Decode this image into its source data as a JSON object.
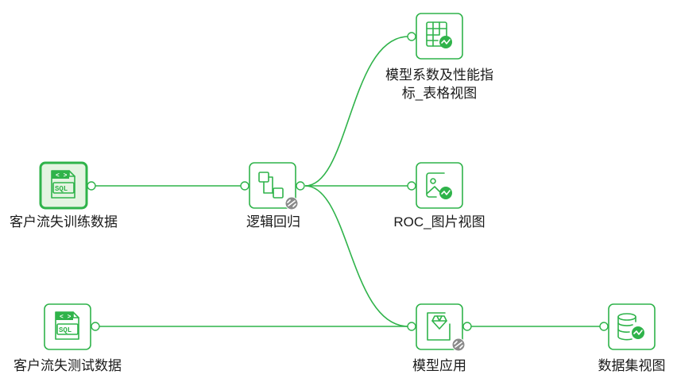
{
  "diagram": {
    "nodes": [
      {
        "id": "train-data",
        "label_lines": [
          "客户流失训练数据"
        ],
        "icon": "sql-file-icon",
        "selected": true
      },
      {
        "id": "test-data",
        "label_lines": [
          "客户流失测试数据"
        ],
        "icon": "sql-file-icon",
        "selected": false
      },
      {
        "id": "logistic",
        "label_lines": [
          "逻辑回归"
        ],
        "icon": "flowchart-icon",
        "badge": "link-badge-icon"
      },
      {
        "id": "coef-table",
        "label_lines": [
          "模型系数及性能指",
          "标_表格视图"
        ],
        "icon": "table-chart-icon"
      },
      {
        "id": "roc-image",
        "label_lines": [
          "ROC_图片视图"
        ],
        "icon": "image-chart-icon"
      },
      {
        "id": "apply",
        "label_lines": [
          "模型应用"
        ],
        "icon": "diamond-model-icon",
        "badge": "link-badge-icon"
      },
      {
        "id": "dataset-view",
        "label_lines": [
          "数据集视图"
        ],
        "icon": "database-chart-icon"
      }
    ],
    "edges": [
      {
        "from": "train-data",
        "to": "logistic"
      },
      {
        "from": "logistic",
        "to": "coef-table"
      },
      {
        "from": "logistic",
        "to": "roc-image"
      },
      {
        "from": "logistic",
        "to": "apply"
      },
      {
        "from": "test-data",
        "to": "apply"
      },
      {
        "from": "apply",
        "to": "dataset-view"
      }
    ],
    "colors": {
      "accent": "#2fb34a",
      "selected_fill": "#e4f4e1",
      "badge": "#8a8a8a",
      "text": "#1a1a1a"
    },
    "sql_icon_text": "SQL",
    "code_icon_text": "< >"
  }
}
